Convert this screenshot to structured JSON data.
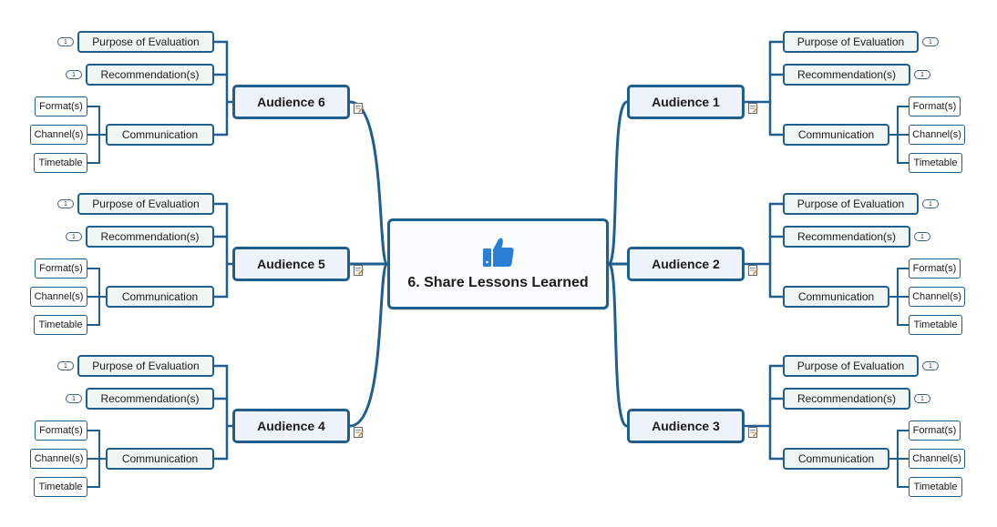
{
  "central": {
    "title": "6. Share Lessons Learned",
    "icon": "thumbs-up-icon",
    "icon_color": "#2a7fd4"
  },
  "colors": {
    "line": "#1f5f8f",
    "main_fill": "#edf3fb",
    "sub_fill": "#eff6f4"
  },
  "audiences": [
    {
      "label": "Audience 1",
      "purpose": "Purpose of Evaluation",
      "recommendation": "Recommendation(s)",
      "purpose_badge": "1",
      "recommendation_badge": "1",
      "communication": "Communication",
      "format": "Format(s)",
      "channel": "Channel(s)",
      "timetable": "Timetable"
    },
    {
      "label": "Audience 2",
      "purpose": "Purpose of Evaluation",
      "recommendation": "Recommendation(s)",
      "purpose_badge": "1",
      "recommendation_badge": "1",
      "communication": "Communication",
      "format": "Format(s)",
      "channel": "Channel(s)",
      "timetable": "Timetable"
    },
    {
      "label": "Audience 3",
      "purpose": "Purpose of Evaluation",
      "recommendation": "Recommendation(s)",
      "purpose_badge": "1",
      "recommendation_badge": "1",
      "communication": "Communication",
      "format": "Format(s)",
      "channel": "Channel(s)",
      "timetable": "Timetable"
    },
    {
      "label": "Audience 4",
      "purpose": "Purpose of Evaluation",
      "recommendation": "Recommendation(s)",
      "purpose_badge": "1",
      "recommendation_badge": "1",
      "communication": "Communication",
      "format": "Format(s)",
      "channel": "Channel(s)",
      "timetable": "Timetable"
    },
    {
      "label": "Audience 5",
      "purpose": "Purpose of Evaluation",
      "recommendation": "Recommendation(s)",
      "purpose_badge": "1",
      "recommendation_badge": "1",
      "communication": "Communication",
      "format": "Format(s)",
      "channel": "Channel(s)",
      "timetable": "Timetable"
    },
    {
      "label": "Audience 6",
      "purpose": "Purpose of Evaluation",
      "recommendation": "Recommendation(s)",
      "purpose_badge": "1",
      "recommendation_badge": "1",
      "communication": "Communication",
      "format": "Format(s)",
      "channel": "Channel(s)",
      "timetable": "Timetable"
    }
  ]
}
